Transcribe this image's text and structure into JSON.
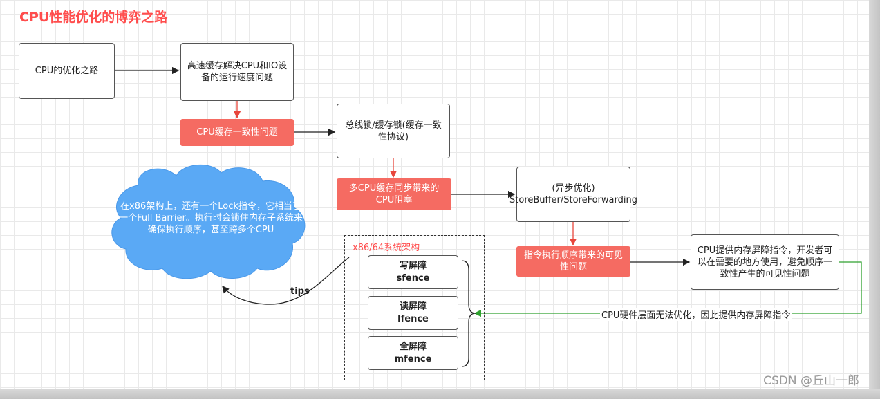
{
  "title": "CPU性能优化的博弈之路",
  "nodes": {
    "cpu_optimization": "CPU的优化之路",
    "cache_solution": "高速缓存解决CPU和IO设备的运行速度问题",
    "cache_coherence": "CPU缓存一致性问题",
    "bus_cache_lock": "总线锁/缓存锁(缓存一致性协议)",
    "multi_cpu_block": "多CPU缓存同步带来的CPU阻塞",
    "async_opt": "(异步优化) StoreBuffer/StoreForwarding",
    "reorder_visibility": "指令执行顺序带来的可见性问题",
    "memory_barrier": "CPU提供内存屏障指令，开发者可以在需要的地方使用，避免顺序一致性产生的可见性问题"
  },
  "x86_group": {
    "label": "x86/64系统架构",
    "barriers": [
      {
        "name": "写屏障",
        "instr": "sfence"
      },
      {
        "name": "读屏障",
        "instr": "lfence"
      },
      {
        "name": "全屏障",
        "instr": "mfence"
      }
    ]
  },
  "edge_label": "CPU硬件层面无法优化，因此提供内存屏障指令",
  "tips_label": "tips",
  "cloud_note": "在x86架构上，还有一个Lock指令，它相当于一个Full Barrier。执行时会锁住内存子系统来确保执行顺序，甚至跨多个CPU",
  "watermark": "CSDN @丘山一郎",
  "colors": {
    "accent_red": "#f56b62",
    "title_red": "#ff4d4d",
    "cloud_blue": "#5aa9f5",
    "edge_green": "#2ea02e"
  }
}
